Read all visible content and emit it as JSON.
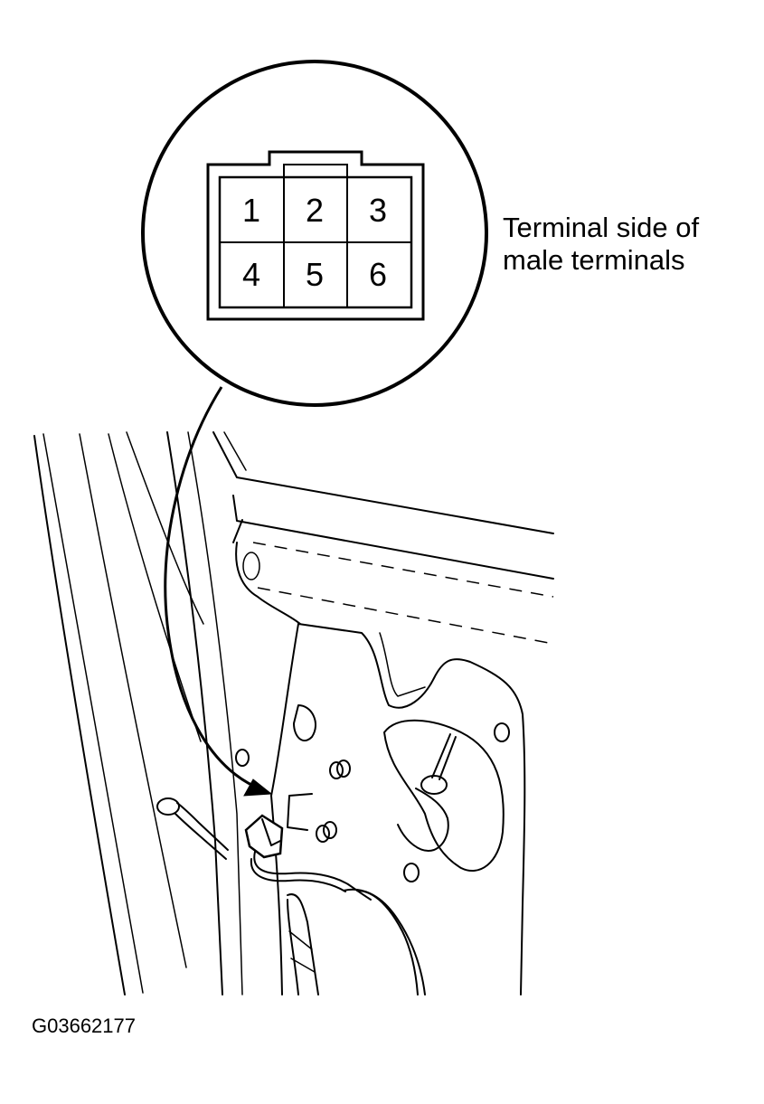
{
  "connector": {
    "terminals": [
      "1",
      "2",
      "3",
      "4",
      "5",
      "6"
    ]
  },
  "callout": {
    "line1": "Terminal side of",
    "line2": "male terminals"
  },
  "figure_id": "G03662177"
}
